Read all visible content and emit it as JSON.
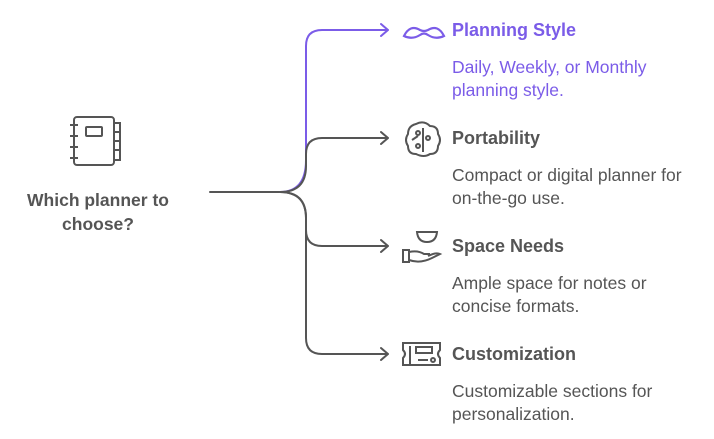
{
  "root": {
    "label": "Which planner to choose?",
    "icon": "planner-icon"
  },
  "colors": {
    "accent": "#7b5ce8",
    "neutral": "#555555"
  },
  "branches": [
    {
      "title": "Planning Style",
      "desc": "Daily, Weekly, or Monthly planning style.",
      "icon": "mustache-icon"
    },
    {
      "title": "Portability",
      "desc": "Compact or digital planner for on-the-go use.",
      "icon": "brain-circuit-icon"
    },
    {
      "title": "Space Needs",
      "desc": "Ample space for notes or concise formats.",
      "icon": "hand-bowl-icon"
    },
    {
      "title": "Customization",
      "desc": "Customizable sections for personalization.",
      "icon": "ticket-icon"
    }
  ]
}
